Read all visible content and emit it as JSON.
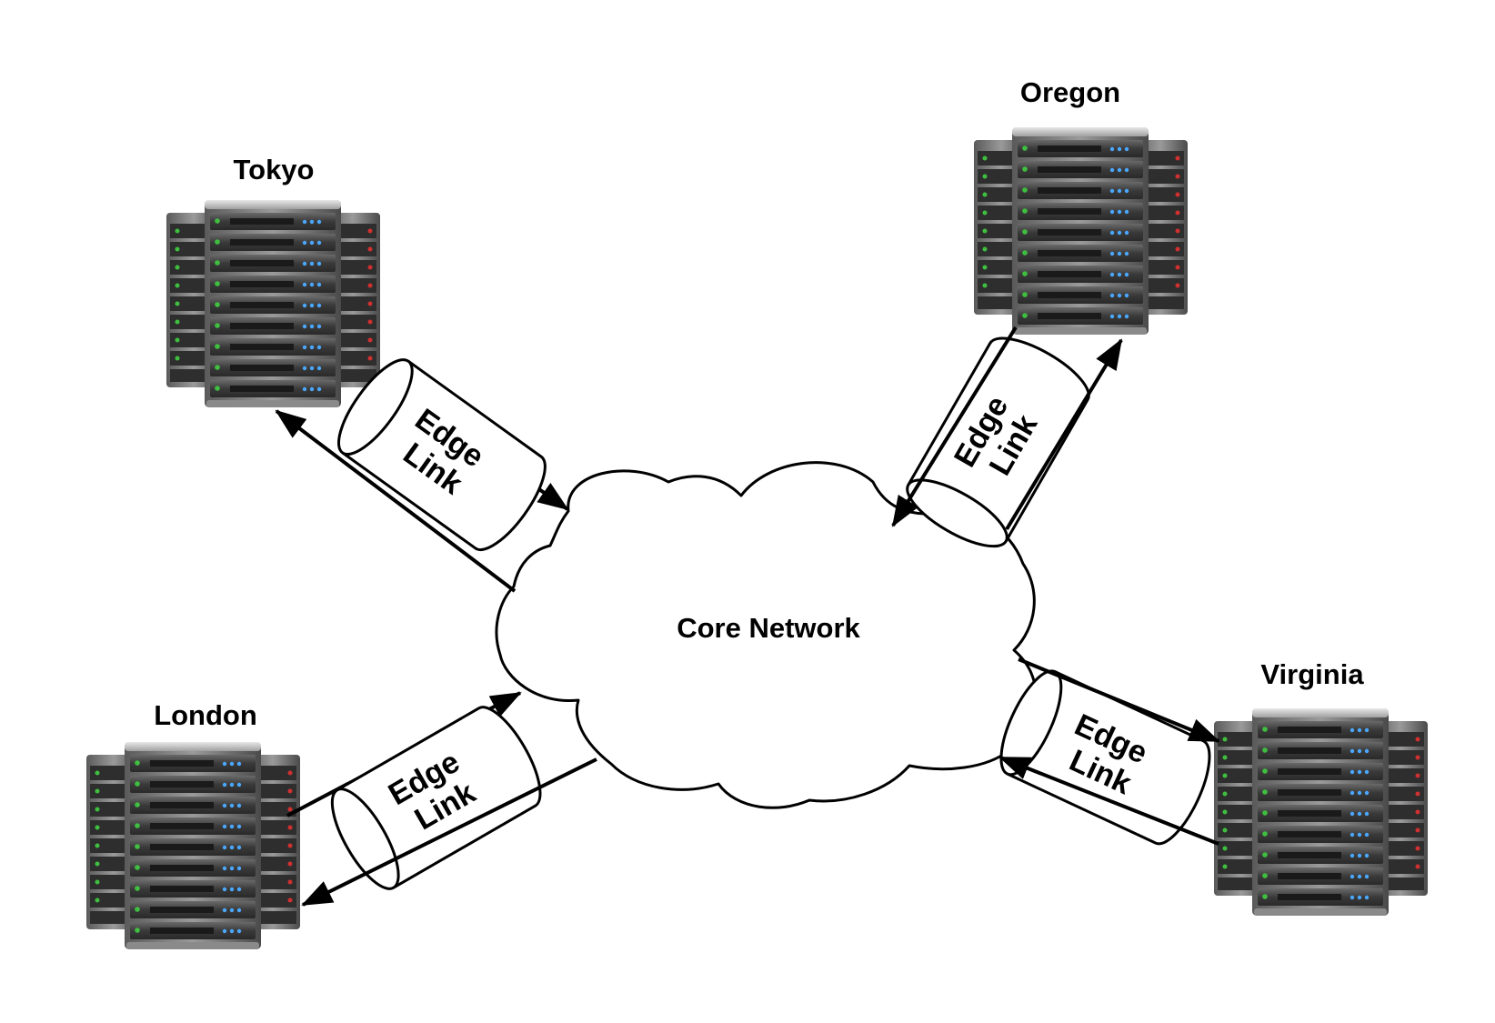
{
  "diagram": {
    "core": {
      "label": "Core Network"
    },
    "sites": [
      {
        "id": "tokyo",
        "label": "Tokyo"
      },
      {
        "id": "oregon",
        "label": "Oregon"
      },
      {
        "id": "london",
        "label": "London"
      },
      {
        "id": "virginia",
        "label": "Virginia"
      }
    ],
    "edge_links": [
      {
        "site": "tokyo",
        "line1": "Edge",
        "line2": "Link"
      },
      {
        "site": "oregon",
        "line1": "Edge",
        "line2": "Link"
      },
      {
        "site": "london",
        "line1": "Edge",
        "line2": "Link"
      },
      {
        "site": "virginia",
        "line1": "Edge",
        "line2": "Link"
      }
    ]
  }
}
